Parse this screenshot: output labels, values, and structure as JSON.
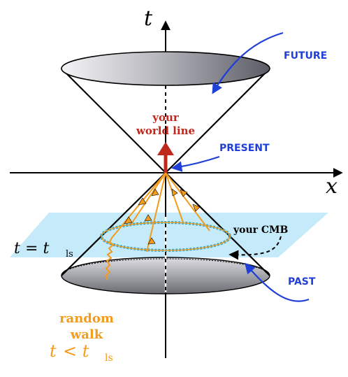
{
  "axes": {
    "vertical_label": "t",
    "horizontal_label": "x"
  },
  "labels": {
    "future": "FUTURE",
    "present": "PRESENT",
    "past": "PAST",
    "world_line_line1": "your",
    "world_line_line2": "world line",
    "cmb": "your CMB",
    "last_scattering_t": "t",
    "last_scattering_eq": "= t",
    "last_scattering_sub": "ls",
    "random_walk_line1": "random",
    "random_walk_line2": "walk",
    "random_walk_t": "t",
    "random_walk_lt": "< t",
    "random_walk_sub": "ls"
  },
  "colors": {
    "world_line": "#c0281e",
    "annotation_blue": "#1f3fd6",
    "random_walk": "#f39b1b",
    "plane": "#bfe8f8",
    "cone_line": "#000000"
  }
}
